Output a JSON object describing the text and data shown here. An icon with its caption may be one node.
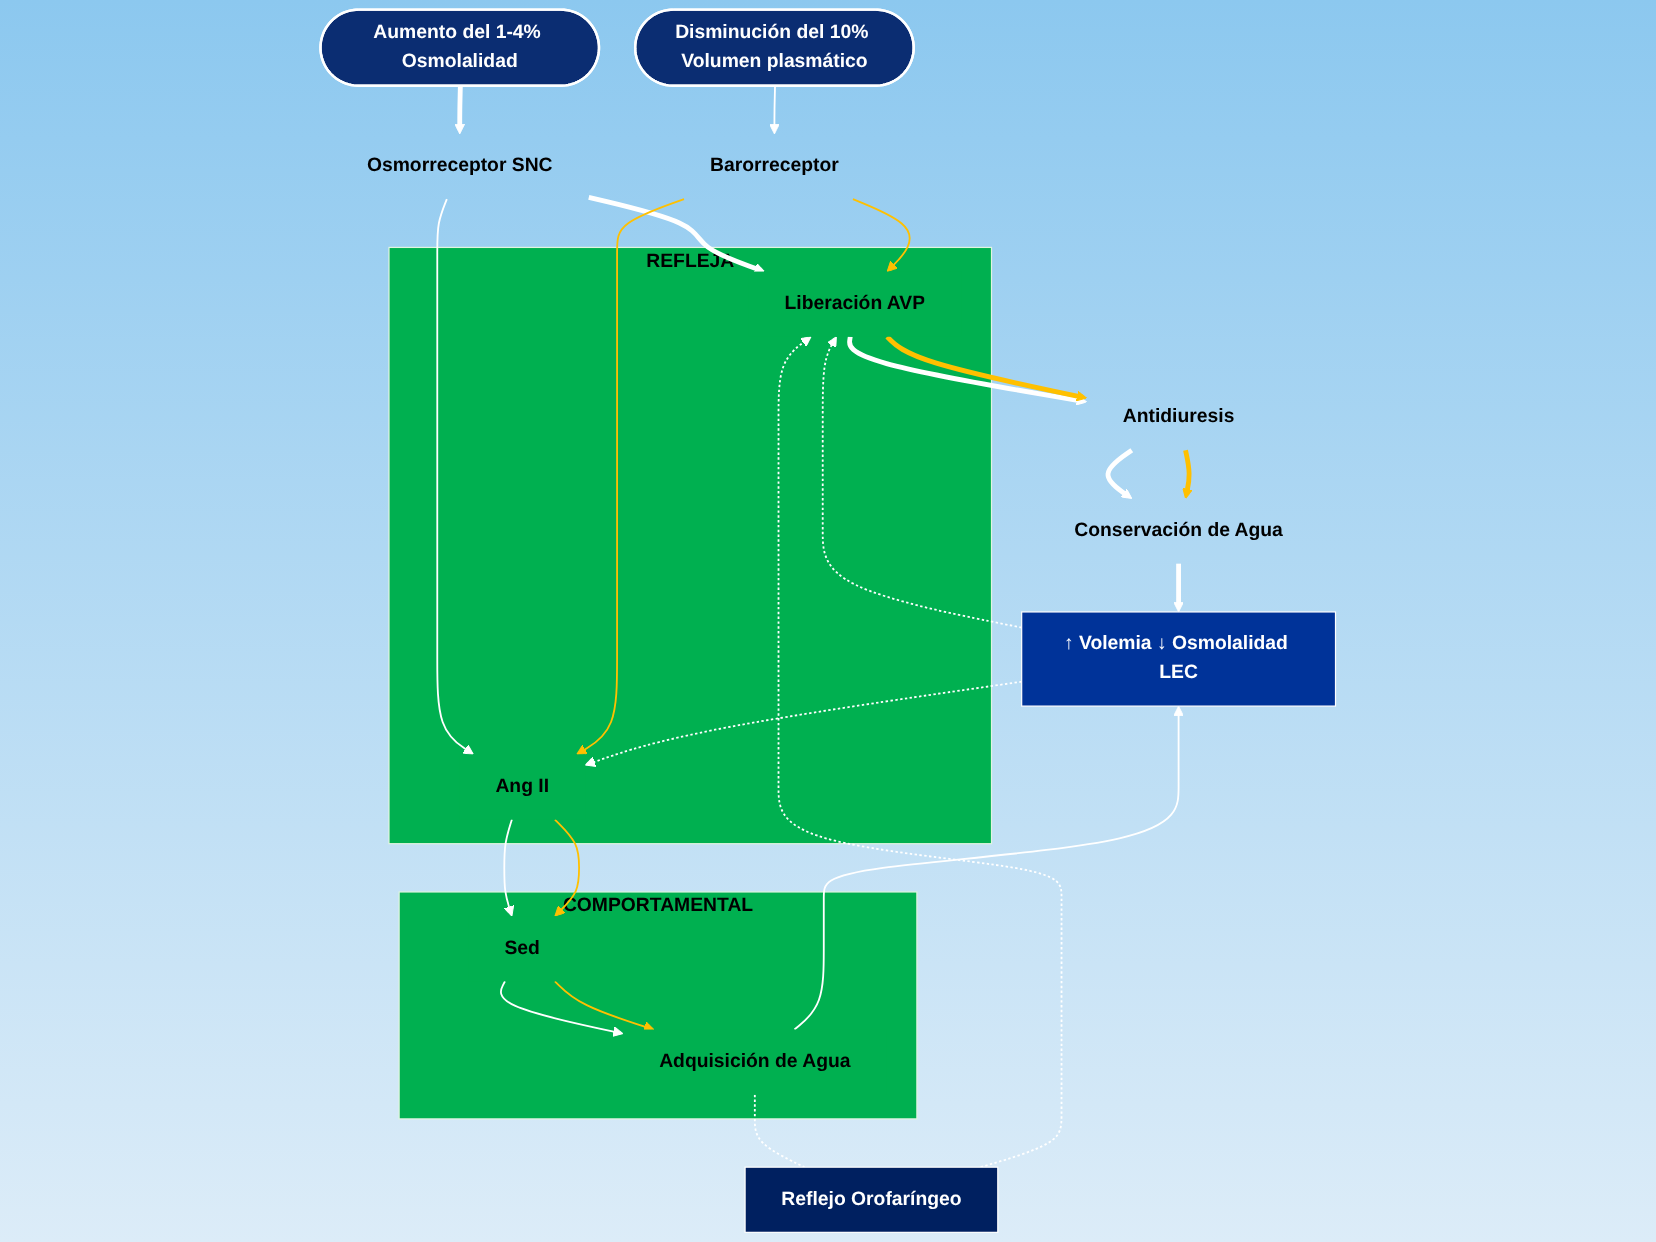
{
  "diagram": {
    "nodes": [
      {
        "text": [
          "Aumento del 1-4% Osmolalidad"
        ]
      },
      {
        "text": [
          "Disminución del 10% Volumen plasmático"
        ]
      },
      {
        "text": [
          "Osmorreceptor SNC"
        ]
      },
      {
        "text": [
          "Barorreceptor"
        ]
      },
      {
        "text": [
          "REFLEJA"
        ]
      },
      {
        "text": [
          "Liberación AVP"
        ],
        "in": 4
      },
      {
        "text": [
          "Ang II"
        ],
        "in": 4
      },
      {
        "text": [
          "Antidiuresis"
        ]
      },
      {
        "text": [
          "Reflejo Orofaríngeo"
        ]
      },
      {
        "text": [
          "COMPORTAMENTAL"
        ]
      },
      {
        "text": [
          "Sed"
        ],
        "in": 9
      },
      {
        "text": [
          "Adquisición de Agua"
        ],
        "in": 9
      },
      {
        "text": [
          "Conservación de Agua"
        ]
      },
      {
        "text": [
          "↑ Volemia ↓ Osmolalidad LEC"
        ]
      }
    ],
    "edges": [
      {
        "from": 0,
        "to": 2,
        "arrow": "to",
        "style": "thick"
      },
      {
        "from": 1,
        "to": 3,
        "arrow": "to"
      },
      {
        "from": 2,
        "to": 5,
        "arrow": "to",
        "style": "thick"
      },
      {
        "from": 2,
        "to": 6,
        "arrow": "to"
      },
      {
        "from": 3,
        "to": 5,
        "arrow": "to",
        "color": "#ffc000"
      },
      {
        "from": 3,
        "to": 6,
        "arrow": "to",
        "color": "#ffc000"
      },
      {
        "from": 5,
        "to": 7,
        "arrow": "to",
        "style": "thick"
      },
      {
        "from": 5,
        "to": 7,
        "arrow": "to",
        "style": "thick",
        "color": "#ffc000"
      },
      {
        "from": 6,
        "to": 10,
        "arrow": "to"
      },
      {
        "from": 6,
        "to": 10,
        "arrow": "to",
        "color": "#ffc000"
      },
      {
        "from": 7,
        "to": 12,
        "arrow": "to",
        "style": "thick"
      },
      {
        "from": 7,
        "to": 12,
        "arrow": "to",
        "style": "thick",
        "color": "#ffc000"
      },
      {
        "from": 10,
        "to": 11,
        "arrow": "to"
      },
      {
        "from": 10,
        "to": 11,
        "arrow": "to",
        "color": "#ffc000"
      },
      {
        "from": 12,
        "to": 13,
        "arrow": "to",
        "style": "thick"
      },
      {
        "from": 11,
        "to": 13,
        "arrow": "to"
      },
      {
        "from": 13,
        "to": 5,
        "arrow": "to",
        "style": "dashed"
      },
      {
        "from": 13,
        "to": 6,
        "arrow": "to",
        "style": "dashed"
      },
      {
        "from": 11,
        "to": 8,
        "arrow": "none",
        "style": "dashed"
      },
      {
        "from": 8,
        "to": 5,
        "arrow": "to",
        "style": "dashed"
      }
    ]
  }
}
